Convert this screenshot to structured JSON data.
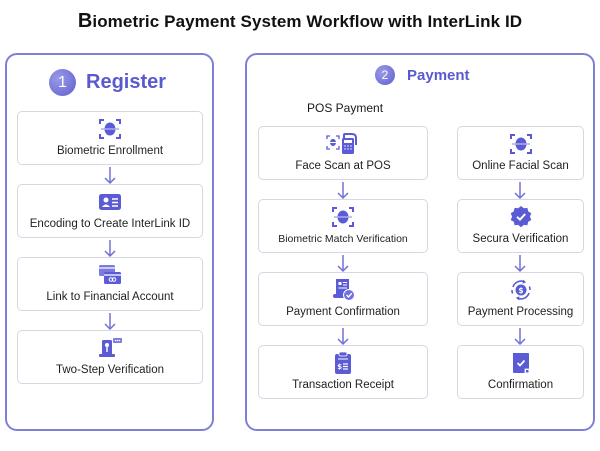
{
  "title": {
    "first_letter": "B",
    "rest": "iometric Payment System Workflow with InterLink ID"
  },
  "colors": {
    "accent": "#5a5ad0",
    "icon": "#5b5bd6",
    "panel_border": "#7f7fd9",
    "card_border": "#d7d7e4"
  },
  "register": {
    "step_number": "1",
    "title": "Register",
    "steps": [
      {
        "label": "Biometric Enrollment",
        "icon": "face-scan-icon"
      },
      {
        "label": "Encoding to Create InterLink ID",
        "icon": "id-card-icon"
      },
      {
        "label": "Link to Financial Account",
        "icon": "linked-cards-icon"
      },
      {
        "label": "Two-Step Verification",
        "icon": "phone-key-verification-icon"
      }
    ]
  },
  "payment": {
    "step_number": "2",
    "title": "Payment",
    "pos_label": "POS Payment",
    "pos_steps": [
      {
        "label": "Face Scan at POS",
        "icon": "pos-terminal-face-scan-icon"
      },
      {
        "label": "Biometric Match Verification",
        "icon": "face-scan-icon"
      },
      {
        "label": "Payment Confirmation",
        "icon": "document-check-icon"
      },
      {
        "label": "Transaction Receipt",
        "icon": "clipboard-receipt-icon"
      }
    ],
    "online_steps": [
      {
        "label": "Online Facial Scan",
        "icon": "face-scan-icon"
      },
      {
        "label": "Secura Verification",
        "icon": "verified-badge-icon"
      },
      {
        "label": "Payment Processing",
        "icon": "dollar-cycle-icon"
      },
      {
        "label": "Confirmation",
        "icon": "checked-note-icon"
      }
    ]
  }
}
